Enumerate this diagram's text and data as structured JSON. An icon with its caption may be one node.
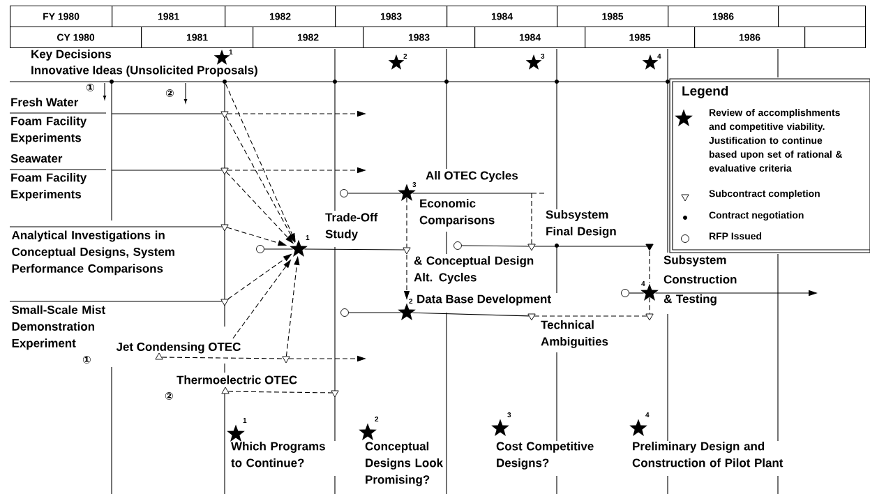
{
  "diagram": {
    "nodes": [
      {
        "text": [],
        "shape": "dot"
      },
      {
        "text": [],
        "shape": "triangle"
      },
      {
        "text": [],
        "shape": "triangle"
      },
      {
        "text": [],
        "shape": "triangle"
      },
      {
        "text": [],
        "shape": "triangle"
      },
      {
        "text": [],
        "shape": "star",
        "beside": [
          "1"
        ]
      },
      {
        "text": [],
        "shape": "circle"
      },
      {
        "text": [],
        "shape": "triangle"
      },
      {
        "text": [],
        "shape": "circle"
      },
      {
        "text": [],
        "shape": "star",
        "beside": [
          "3"
        ]
      },
      {
        "text": [],
        "shape": "triangle"
      },
      {
        "text": [],
        "shape": "star",
        "beside": [
          "2"
        ]
      },
      {
        "text": [],
        "shape": "circle"
      },
      {
        "text": [],
        "shape": "triangle"
      },
      {
        "text": [],
        "shape": "circle"
      },
      {
        "text": [],
        "shape": "triangle"
      },
      {
        "text": [],
        "shape": "triangle"
      },
      {
        "text": [],
        "shape": "circle"
      },
      {
        "text": [],
        "shape": "star",
        "beside": [
          "4"
        ]
      },
      {
        "text": [],
        "shape": "triangle"
      },
      {
        "text": [],
        "shape": "triangle"
      },
      {
        "text": [],
        "shape": "triangle"
      },
      {
        "text": [],
        "shape": "triangle"
      },
      {
        "text": [
          "Jet Condensing OTEC"
        ]
      },
      {
        "text": [
          "Analytical Investigations in Conceptual Designs, System Performance Comparisons"
        ]
      },
      {
        "text": [
          "Small-Scale Mist Demonstration Experiment"
        ]
      },
      {
        "text": [],
        "shape": "star",
        "beside": [
          "1"
        ]
      },
      {
        "text": [],
        "shape": "star",
        "beside": [
          "2"
        ]
      },
      {
        "text": [],
        "shape": "star",
        "beside": [
          "3"
        ]
      },
      {
        "text": [],
        "shape": "star",
        "beside": [
          "4"
        ]
      },
      {
        "text": [],
        "shape": "star",
        "beside": [
          "1"
        ]
      },
      {
        "text": [],
        "shape": "star",
        "beside": [
          "2"
        ]
      },
      {
        "text": [],
        "shape": "star",
        "beside": [
          "3"
        ]
      },
      {
        "text": [],
        "shape": "star",
        "beside": [
          "4"
        ]
      }
    ],
    "edges": [
      {
        "from": 0,
        "to": 5,
        "arrow": "to",
        "style": "dashed"
      },
      {
        "from": 1,
        "to": 5,
        "arrow": "to",
        "style": "dashed"
      },
      {
        "from": 2,
        "to": 5,
        "arrow": "to",
        "style": "dashed"
      },
      {
        "from": 3,
        "to": 5,
        "arrow": "to",
        "style": "dashed"
      },
      {
        "from": 4,
        "to": 5,
        "arrow": "to",
        "style": "dashed"
      },
      {
        "from": 20,
        "to": 5,
        "arrow": "to",
        "style": "dashed"
      },
      {
        "from": 23,
        "to": 5,
        "arrow": "to",
        "style": "dashed"
      },
      {
        "from": null,
        "to": 1,
        "arrow": "none"
      },
      {
        "from": 1,
        "to": null,
        "arrow": "to",
        "style": "dashed"
      },
      {
        "from": null,
        "to": 2,
        "arrow": "none"
      },
      {
        "from": 2,
        "to": null,
        "arrow": "to",
        "style": "dashed"
      },
      {
        "from": 24,
        "to": 3,
        "arrow": "none"
      },
      {
        "from": 25,
        "to": 4,
        "arrow": "none"
      },
      {
        "from": 6,
        "to": 5,
        "arrow": "none"
      },
      {
        "from": 5,
        "to": 7,
        "arrow": "none"
      },
      {
        "from": 9,
        "to": 7,
        "arrow": "none",
        "style": "dashed"
      },
      {
        "from": 7,
        "to": 11,
        "arrow": "to",
        "style": "dashed"
      },
      {
        "from": 8,
        "to": 9,
        "arrow": "none"
      },
      {
        "from": 9,
        "to": null,
        "arrow": "none"
      },
      {
        "from": null,
        "to": 10,
        "arrow": "none",
        "style": "dashed"
      },
      {
        "from": 14,
        "to": 10,
        "arrow": "none"
      },
      {
        "from": 10,
        "to": 15,
        "arrow": "none"
      },
      {
        "from": 15,
        "to": 18,
        "arrow": "none",
        "style": "dashed"
      },
      {
        "from": 18,
        "to": 16,
        "arrow": "none",
        "style": "dashed"
      },
      {
        "from": 17,
        "to": 18,
        "arrow": "none"
      },
      {
        "from": 18,
        "to": null,
        "arrow": "to"
      },
      {
        "from": 12,
        "to": 11,
        "arrow": "none"
      },
      {
        "from": 11,
        "to": 13,
        "arrow": "none"
      },
      {
        "from": 13,
        "to": 16,
        "arrow": "none",
        "style": "dashed"
      },
      {
        "from": 19,
        "to": 20,
        "arrow": "none",
        "style": "dashed"
      },
      {
        "from": 20,
        "to": null,
        "arrow": "to",
        "style": "dashed"
      },
      {
        "from": 21,
        "to": 22,
        "arrow": "none",
        "style": "dashed"
      }
    ],
    "labels": [
      "FY 1980",
      "1981",
      "1982",
      "1983",
      "1984",
      "1985",
      "1986",
      "CY 1980",
      "1981",
      "1982",
      "1983",
      "1984",
      "1985",
      "1986",
      "Key Decisions",
      "Innovative Ideas (Unsolicited Proposals)",
      "①",
      "②",
      "Fresh Water",
      "Foam Facility Experiments",
      "Seawater",
      "Foam Facility Experiments",
      "Trade-Off Study",
      "& Conceptual Design Alt. Cycles",
      "All OTEC Cycles",
      "Economic Comparisons",
      "Subsystem Final Design",
      "Subsystem Construction & Testing",
      "Data Base Development",
      "Technical Ambiguities",
      "①",
      "Thermoelectric OTEC",
      "②",
      "Which Programs to Continue?",
      "Conceptual Designs Look Promising?",
      "Cost Competitive Designs?",
      "Preliminary Design and Construction of Pilot Plant",
      "Legend"
    ],
    "legend": [
      {
        "text": "Review of accomplishments and competitive viability. Justification to continue based upon set of rational & evaluative criteria"
      },
      {
        "text": "Subcontract completion"
      },
      {
        "text": "Contract negotiation"
      },
      {
        "text": "RFP Issued"
      }
    ]
  }
}
